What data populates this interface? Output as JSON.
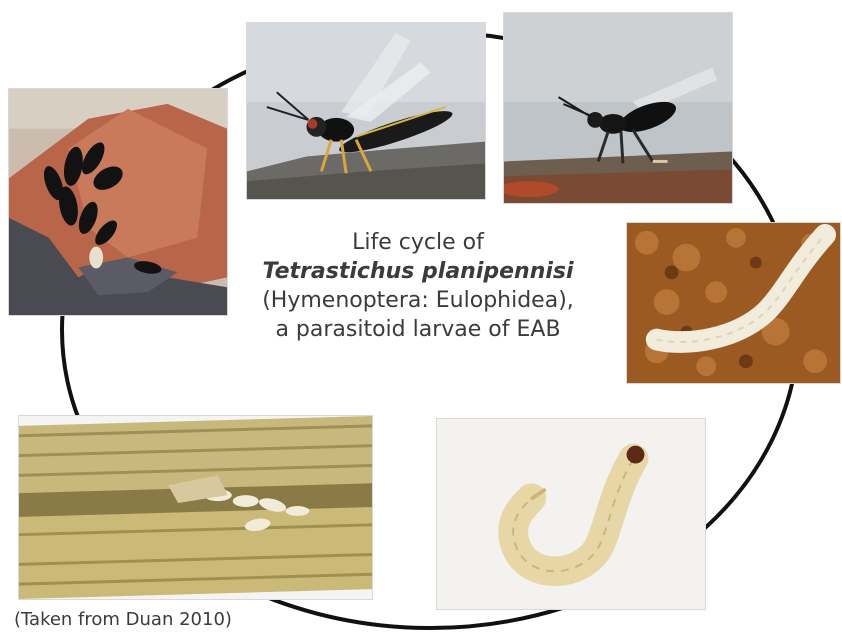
{
  "caption": {
    "line1": "Life cycle of",
    "species": "Tetrastichus planipennisi",
    "line3": "(Hymenoptera: Eulophidea),",
    "line4": "a parasitoid larvae of EAB"
  },
  "credit": "(Taken from Duan 2010)",
  "colors": {
    "ring": "#111111",
    "text": "#3b3b3b",
    "bark_red": "#b8654a",
    "soil": "#9a5a22",
    "larva": "#ede2c2",
    "wood": "#c8b87c"
  },
  "photos": [
    {
      "name": "pupae-on-bark-photo",
      "subject": "black pupae on reddish bark"
    },
    {
      "name": "adult-wasp-side-photo",
      "subject": "adult wasp with wings on gray surface"
    },
    {
      "name": "adult-wasp-walking-photo",
      "subject": "black adult wasp on brown wood"
    },
    {
      "name": "larva-in-soil-photo",
      "subject": "white larva on brown soil"
    },
    {
      "name": "curled-larva-photo",
      "subject": "pale yellow curled larva on white background"
    },
    {
      "name": "larvae-in-gallery-photo",
      "subject": "larvae in split ash twig gallery"
    }
  ]
}
